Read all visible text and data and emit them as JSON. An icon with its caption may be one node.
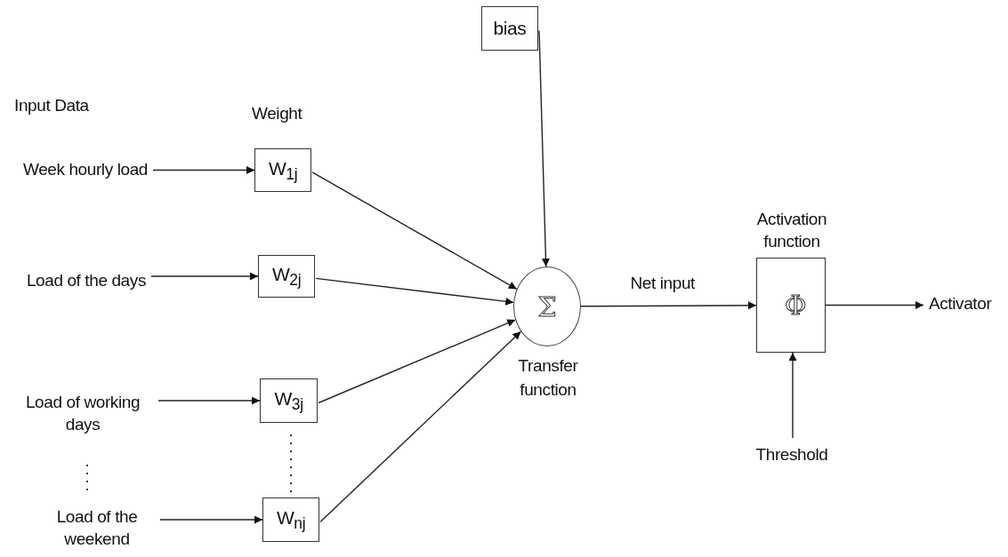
{
  "diagram": {
    "nodes": [
      {
        "text": [
          "Week hourly load"
        ]
      },
      {
        "text": [
          "Load of the days"
        ]
      },
      {
        "text": [
          "Load of working days"
        ]
      },
      {
        "text": [
          "Load of the weekend"
        ]
      },
      {
        "text": [
          "W$_{1j}$"
        ]
      },
      {
        "text": [
          "W$_{2j}$"
        ]
      },
      {
        "text": [
          "W$_{3j}$"
        ]
      },
      {
        "text": [
          "W$_{nj}$"
        ]
      },
      {
        "text": [
          "bias"
        ]
      },
      {
        "text": [
          "Σ"
        ],
        "beside": [
          "Transfer function"
        ]
      },
      {
        "text": [
          "Activation function",
          "Φ"
        ]
      },
      {
        "text": [
          "Activator"
        ]
      },
      {
        "text": [
          "Threshold"
        ]
      }
    ],
    "edges": [
      {
        "from": 0,
        "to": 4,
        "arrow": "to"
      },
      {
        "from": 1,
        "to": 5,
        "arrow": "to"
      },
      {
        "from": 2,
        "to": 6,
        "arrow": "to"
      },
      {
        "from": 3,
        "to": 7,
        "arrow": "to"
      },
      {
        "from": 4,
        "to": 9,
        "arrow": "to"
      },
      {
        "from": 5,
        "to": 9,
        "arrow": "to"
      },
      {
        "from": 6,
        "to": 9,
        "arrow": "to"
      },
      {
        "from": 7,
        "to": 9,
        "arrow": "to"
      },
      {
        "from": 8,
        "to": 9,
        "arrow": "to"
      },
      {
        "from": 9,
        "to": 10,
        "arrow": "to",
        "label": "Net input"
      },
      {
        "from": 10,
        "to": 11,
        "arrow": "to"
      },
      {
        "from": 12,
        "to": 10,
        "arrow": "to"
      }
    ],
    "labels": [
      "Input Data",
      "Weight"
    ]
  }
}
